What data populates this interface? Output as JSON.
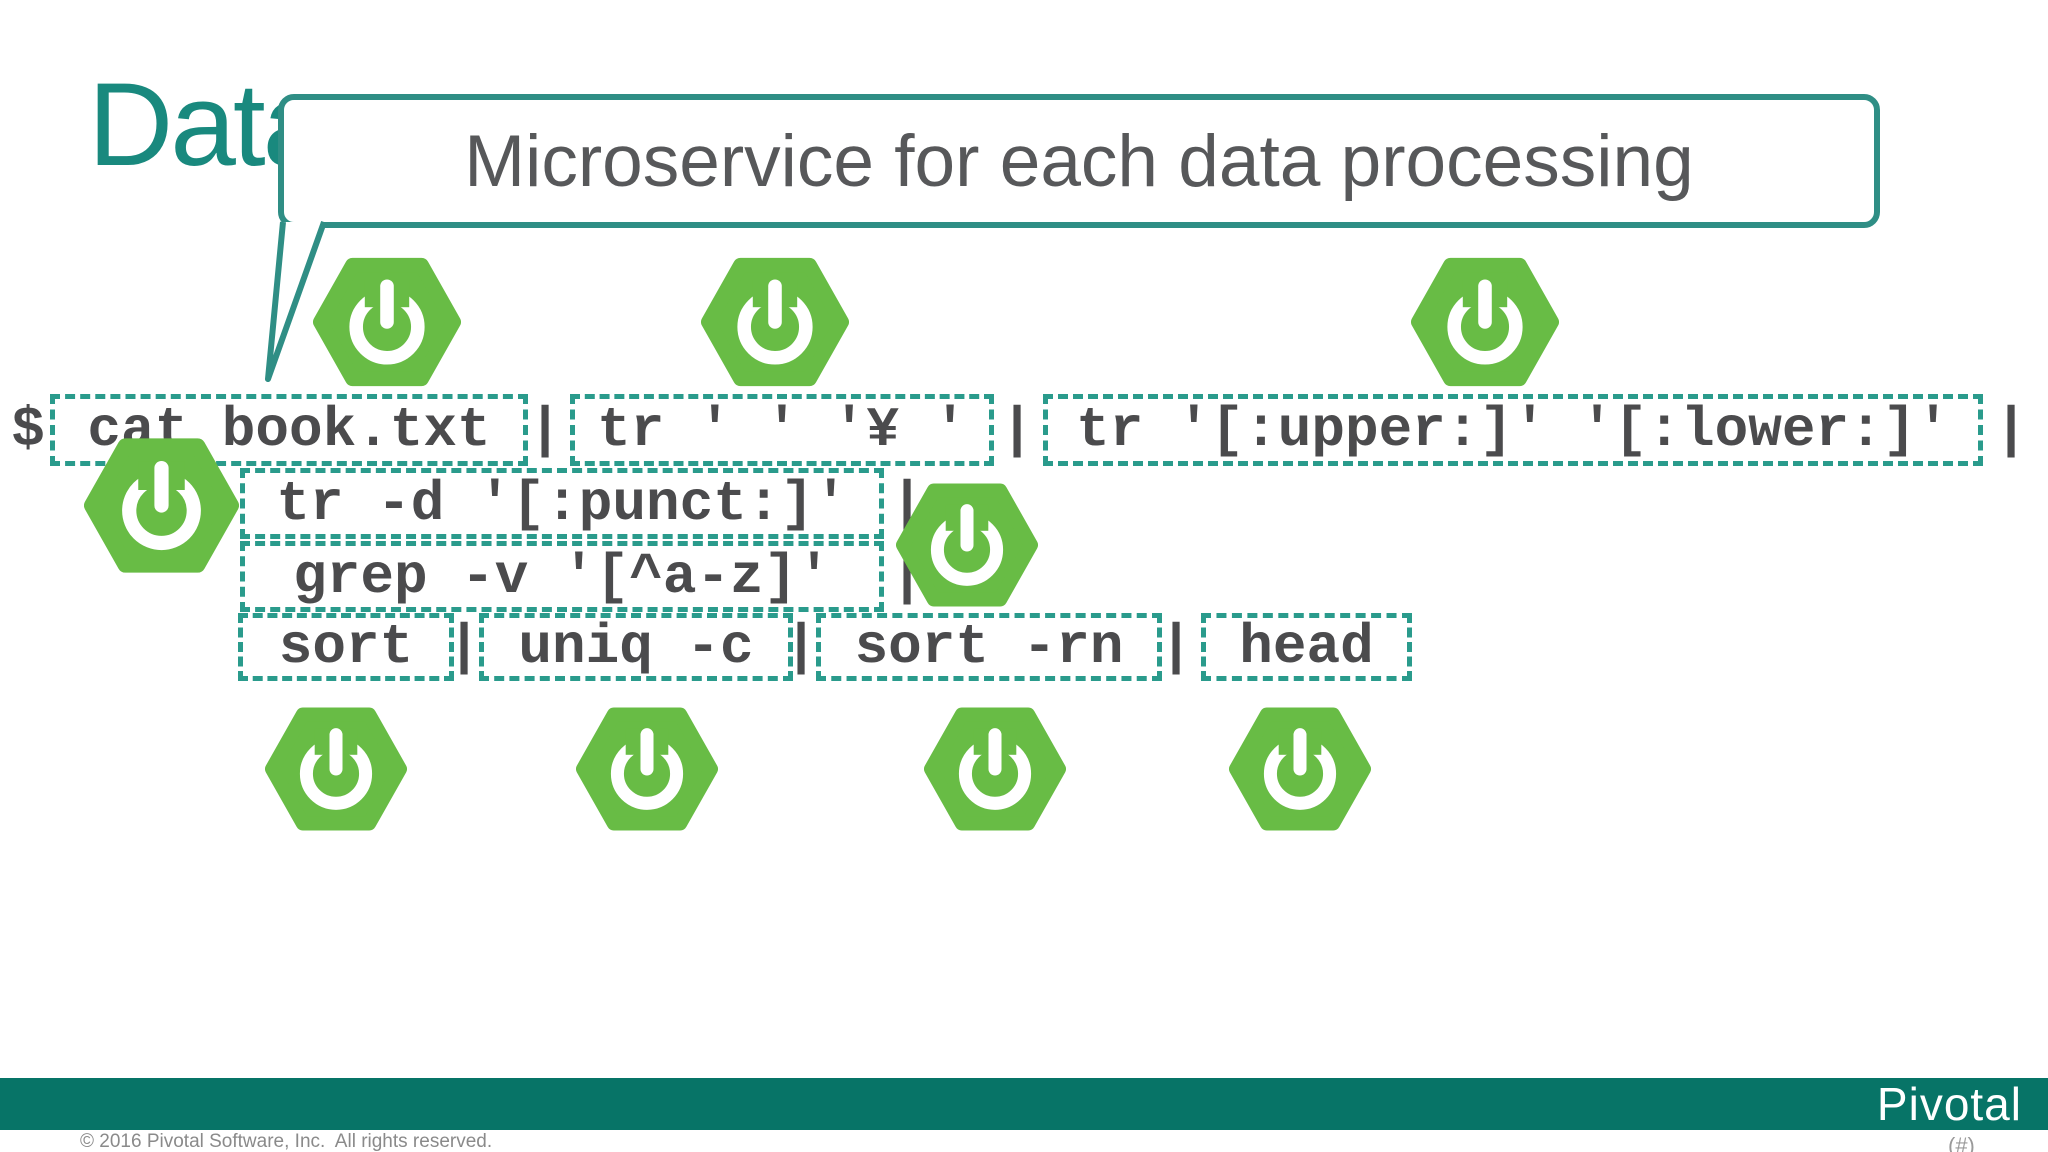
{
  "slide": {
    "title_visible": "Data",
    "callout_text": "Microservice for each data processing"
  },
  "pipeline": {
    "prompt": "$",
    "pipe": "|",
    "line1": {
      "box1": "cat book.txt",
      "box2": "tr ' ' '¥ '",
      "box3": "tr '[:upper:]' '[:lower:]'"
    },
    "line2": {
      "box": "tr -d '[:punct:]'"
    },
    "line3": {
      "box": "grep -v '[^a-z]'"
    },
    "line4": {
      "box1": "sort",
      "box2": "uniq -c",
      "box3": "sort -rn",
      "box4": "head"
    }
  },
  "icons": {
    "spring_boot": "spring-boot-power-icon"
  },
  "footer": {
    "copyright": "© 2016 Pivotal Software, Inc.  All rights reserved.",
    "brand": "Pivotal",
    "slide_number": "(#)"
  },
  "colors": {
    "title_teal": "#19897E",
    "callout_border": "#2F8E85",
    "dashed_box": "#2A9B8C",
    "command_text": "#4B4B4D",
    "spring_green": "#68BC45",
    "footer_bar": "#077467"
  }
}
